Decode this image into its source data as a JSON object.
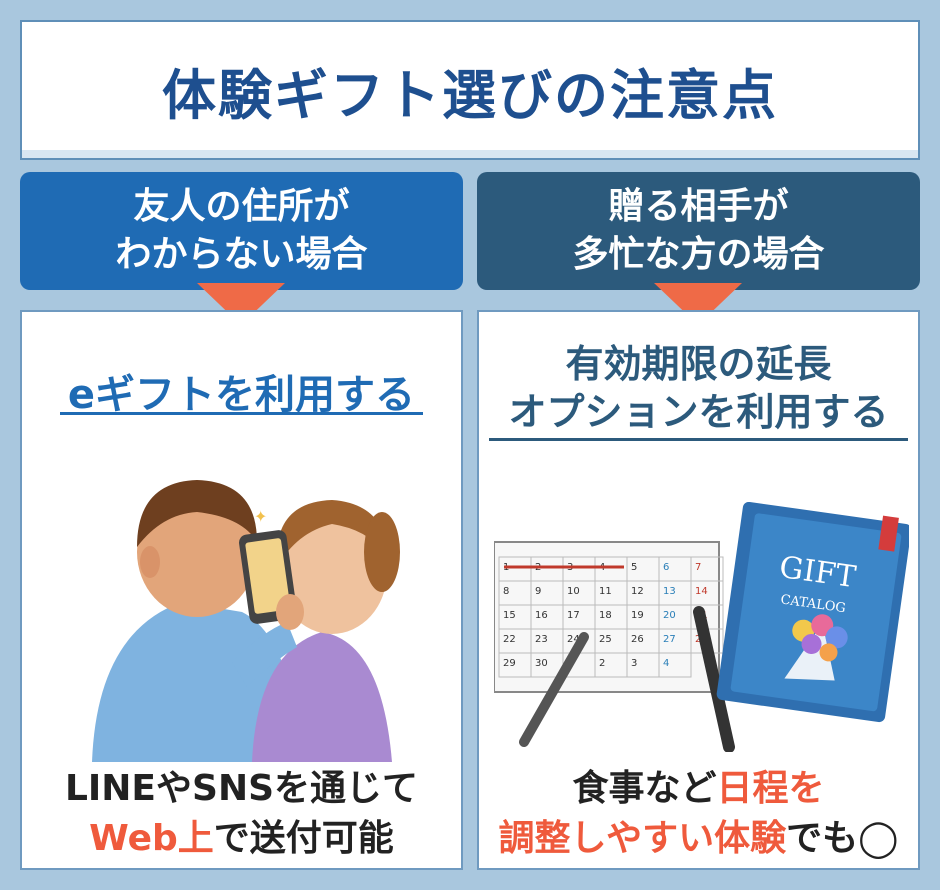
{
  "title": "体験ギフト選びの注意点",
  "left": {
    "header_line1": "友人の住所が",
    "header_line2": "わからない場合",
    "subheading": "eギフトを利用する",
    "caption_line1": "LINEやSNSを通じて",
    "caption_accent": "Web上",
    "caption_rest": "で送付可能"
  },
  "right": {
    "header_line1": "贈る相手が",
    "header_line2": "多忙な方の場合",
    "subheading_line1": "有効期限の延長",
    "subheading_line2": "オプションを利用する",
    "caption_prefix": "食事など",
    "caption_accent1": "日程を",
    "caption_accent2": "調整しやすい体験",
    "caption_suffix": "でも◯",
    "catalog_title": "GIFT",
    "catalog_subtitle": "CATALOG",
    "calendar_numbers": [
      "1",
      "2",
      "3",
      "4",
      "5",
      "6",
      "7",
      "8",
      "9",
      "10",
      "11",
      "12",
      "13",
      "14",
      "15",
      "16",
      "17",
      "18",
      "19",
      "20",
      "21",
      "22",
      "23",
      "24",
      "25",
      "26",
      "27",
      "28",
      "29",
      "30",
      "1",
      "2",
      "3",
      "4"
    ]
  },
  "colors": {
    "title": "#1e4f8f",
    "left_header": "#1f6bb4",
    "right_header": "#2c5a7c",
    "arrow": "#ef6a47",
    "accent_text": "#ef5a3c",
    "background": "#a9c7de"
  }
}
